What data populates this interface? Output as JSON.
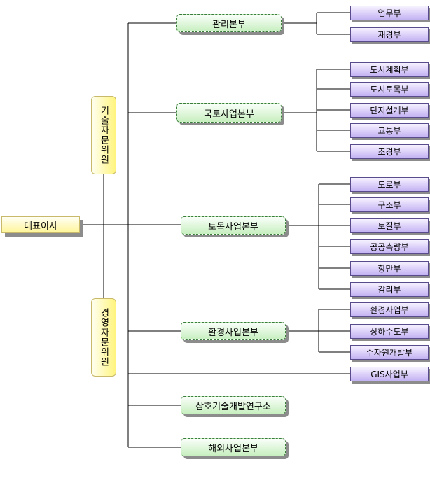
{
  "ceo": "대표이사",
  "advisory": {
    "tech": "기술자문위원",
    "mgmt": "경영자문위원"
  },
  "hq": {
    "admin": "관리본부",
    "urban": "국토사업본부",
    "civil": "토목사업본부",
    "env": "환경사업본부",
    "lab": "삼호기술개발연구소",
    "overseas": "해외사업본부"
  },
  "depts": {
    "admin": [
      "업무부",
      "재경부"
    ],
    "urban": [
      "도시계획부",
      "도시토목부",
      "단지설계부",
      "교통부",
      "조경부"
    ],
    "civil": [
      "도로부",
      "구조부",
      "토질부",
      "공공측량부",
      "항만부",
      "감리부"
    ],
    "env": [
      "환경사업부",
      "상하수도부",
      "수자원개발부"
    ],
    "gis": "GIS사업부"
  }
}
